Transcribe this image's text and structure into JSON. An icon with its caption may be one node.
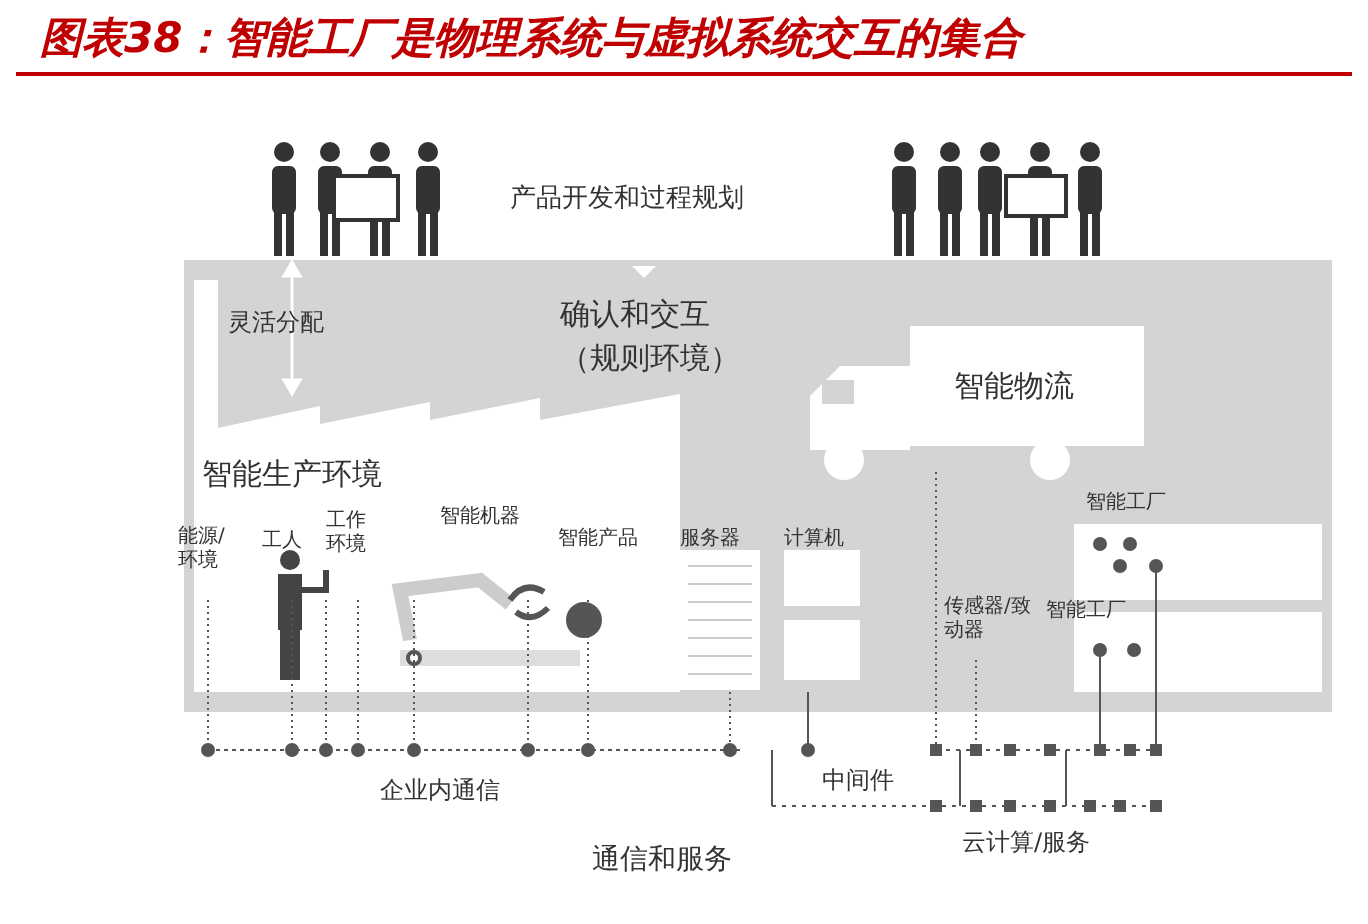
{
  "diagram": {
    "title": "图表38：智能工厂是物理系统与虚拟系统交互的集合",
    "nodes": [
      {
        "text": [
          "灵活分配",
          "确认和交互（规则环境）"
        ]
      },
      {
        "text": [
          "智能生产环境"
        ],
        "in": 0
      },
      {
        "text": [
          "智能物流"
        ],
        "in": 0
      },
      {
        "text": [
          "智能工厂"
        ],
        "in": 0
      },
      {
        "text": [
          "智能工厂"
        ],
        "in": 0
      }
    ],
    "labels": [
      "产品开发和过程规划",
      "能源/环境",
      "工人",
      "工作环境",
      "智能机器",
      "智能产品",
      "服务器",
      "计算机",
      "传感器/致动器",
      "企业内通信",
      "中间件",
      "通信和服务",
      "云计算/服务"
    ]
  }
}
